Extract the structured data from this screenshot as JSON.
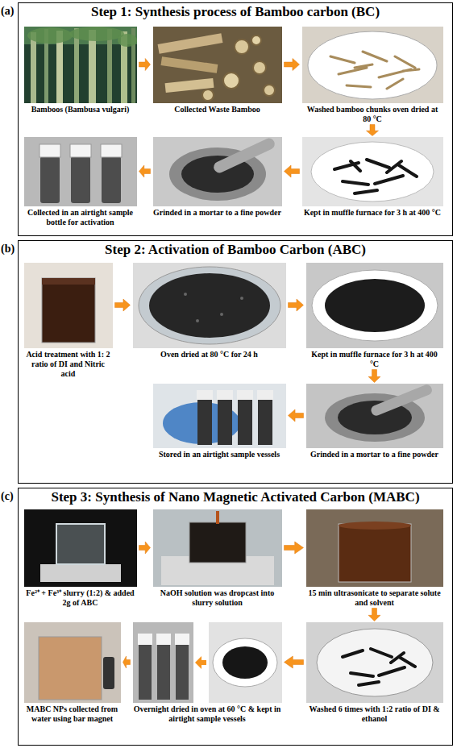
{
  "diagram": {
    "nodes": [
      {
        "text": [
          "Step 1: Synthesis process of Bamboo carbon (BC)"
        ]
      },
      {
        "text": [
          "Bamboos (Bambusa vulgari)"
        ],
        "in": 0
      },
      {
        "text": [
          "Collected Waste Bamboo"
        ],
        "in": 0
      },
      {
        "text": [
          "Washed bamboo chunks oven dried at 80 °C"
        ],
        "in": 0
      },
      {
        "text": [
          "Kept in muffle furnace for 3 h at 400 °C"
        ],
        "in": 0
      },
      {
        "text": [
          "Grinded in a mortar to a fine powder"
        ],
        "in": 0
      },
      {
        "text": [
          "Collected in an airtight sample bottle for activation"
        ],
        "in": 0
      },
      {
        "text": [
          "Step 2: Activation of Bamboo Carbon (ABC)"
        ]
      },
      {
        "text": [
          "Acid treatment with 1: 2 ratio of DI and Nitric acid"
        ],
        "in": 7
      },
      {
        "text": [
          "Oven dried at 80 °C for 24 h"
        ],
        "in": 7
      },
      {
        "text": [
          "Kept in muffle furnace for 3 h at 400 °C"
        ],
        "in": 7
      },
      {
        "text": [
          "Grinded in a mortar to a fine powder"
        ],
        "in": 7
      },
      {
        "text": [
          "Stored in an airtight sample vessels"
        ],
        "in": 7
      },
      {
        "text": [
          "Step 3: Synthesis of Nano Magnetic Activated Carbon (MABC)"
        ]
      },
      {
        "text": [
          "Fe²⁺ + Fe³⁺ slurry (1:2) & added 2g of ABC"
        ],
        "in": 13
      },
      {
        "text": [
          "NaOH solution was dropcast into slurry solution"
        ],
        "in": 13
      },
      {
        "text": [
          "15 min ultrasonicate to separate solute and solvent"
        ],
        "in": 13
      },
      {
        "text": [
          "Washed 6 times with 1:2 ratio of DI & ethanol"
        ],
        "in": 13
      },
      {
        "text": [
          "Overnight dried in oven at 60 °C & kept in airtight sample vessels"
        ],
        "in": 13
      },
      {
        "text": [
          "MABC NPs collected from water using bar magnet"
        ],
        "in": 13
      }
    ],
    "edges": [
      {
        "from": 1,
        "to": 2,
        "arrow": "to"
      },
      {
        "from": 2,
        "to": 3,
        "arrow": "to"
      },
      {
        "from": 3,
        "to": 4,
        "arrow": "to"
      },
      {
        "from": 4,
        "to": 5,
        "arrow": "to"
      },
      {
        "from": 5,
        "to": 6,
        "arrow": "to"
      },
      {
        "from": 8,
        "to": 9,
        "arrow": "to"
      },
      {
        "from": 9,
        "to": 10,
        "arrow": "to"
      },
      {
        "from": 10,
        "to": 11,
        "arrow": "to"
      },
      {
        "from": 11,
        "to": 12,
        "arrow": "to"
      },
      {
        "from": 14,
        "to": 15,
        "arrow": "to"
      },
      {
        "from": 15,
        "to": 16,
        "arrow": "to"
      },
      {
        "from": 16,
        "to": 17,
        "arrow": "to"
      },
      {
        "from": 17,
        "to": 18,
        "arrow": "to"
      },
      {
        "from": 18,
        "to": 19,
        "arrow": "to"
      }
    ],
    "labels": [
      "(a)",
      "(b)",
      "(c)"
    ]
  }
}
